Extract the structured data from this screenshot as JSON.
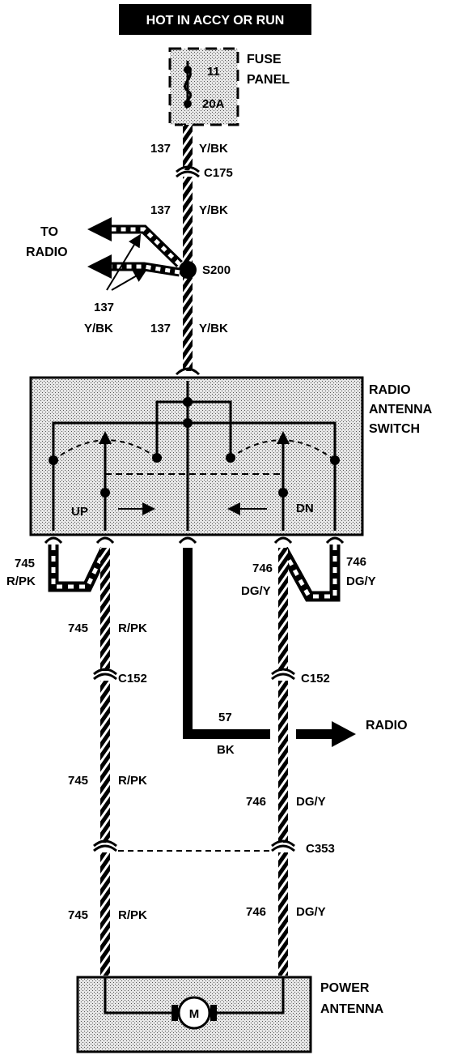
{
  "banner": "HOT IN ACCY OR RUN",
  "fuse": {
    "title_1": "FUSE",
    "title_2": "PANEL",
    "number": "11",
    "rating": "20A"
  },
  "connectors": {
    "c175": "C175",
    "c152_left": "C152",
    "c152_right": "C152",
    "c353": "C353"
  },
  "splice": "S200",
  "to_radio": {
    "line1": "TO",
    "line2": "RADIO"
  },
  "wires": {
    "w137_a_num": "137",
    "w137_a_color": "Y/BK",
    "w137_b_num": "137",
    "w137_b_color": "Y/BK",
    "w137_c_num": "137",
    "w137_c_color": "Y/BK",
    "w137_side_num": "137",
    "w137_side_color": "Y/BK",
    "w745_top_num": "745",
    "w745_top_color": "R/PK",
    "w745_a_num": "745",
    "w745_a_color": "R/PK",
    "w745_b_num": "745",
    "w745_b_color": "R/PK",
    "w745_c_num": "745",
    "w745_c_color": "R/PK",
    "w746_top_l_num": "746",
    "w746_top_l_color": "DG/Y",
    "w746_top_r_num": "746",
    "w746_top_r_color": "DG/Y",
    "w746_b_num": "746",
    "w746_b_color": "DG/Y",
    "w746_c_num": "746",
    "w746_c_color": "DG/Y",
    "w57_num": "57",
    "w57_color": "BK"
  },
  "switch": {
    "title_1": "RADIO",
    "title_2": "ANTENNA",
    "title_3": "SWITCH",
    "up": "UP",
    "dn": "DN"
  },
  "radio_out": "RADIO",
  "antenna": {
    "title_1": "POWER",
    "title_2": "ANTENNA",
    "motor": "M"
  }
}
